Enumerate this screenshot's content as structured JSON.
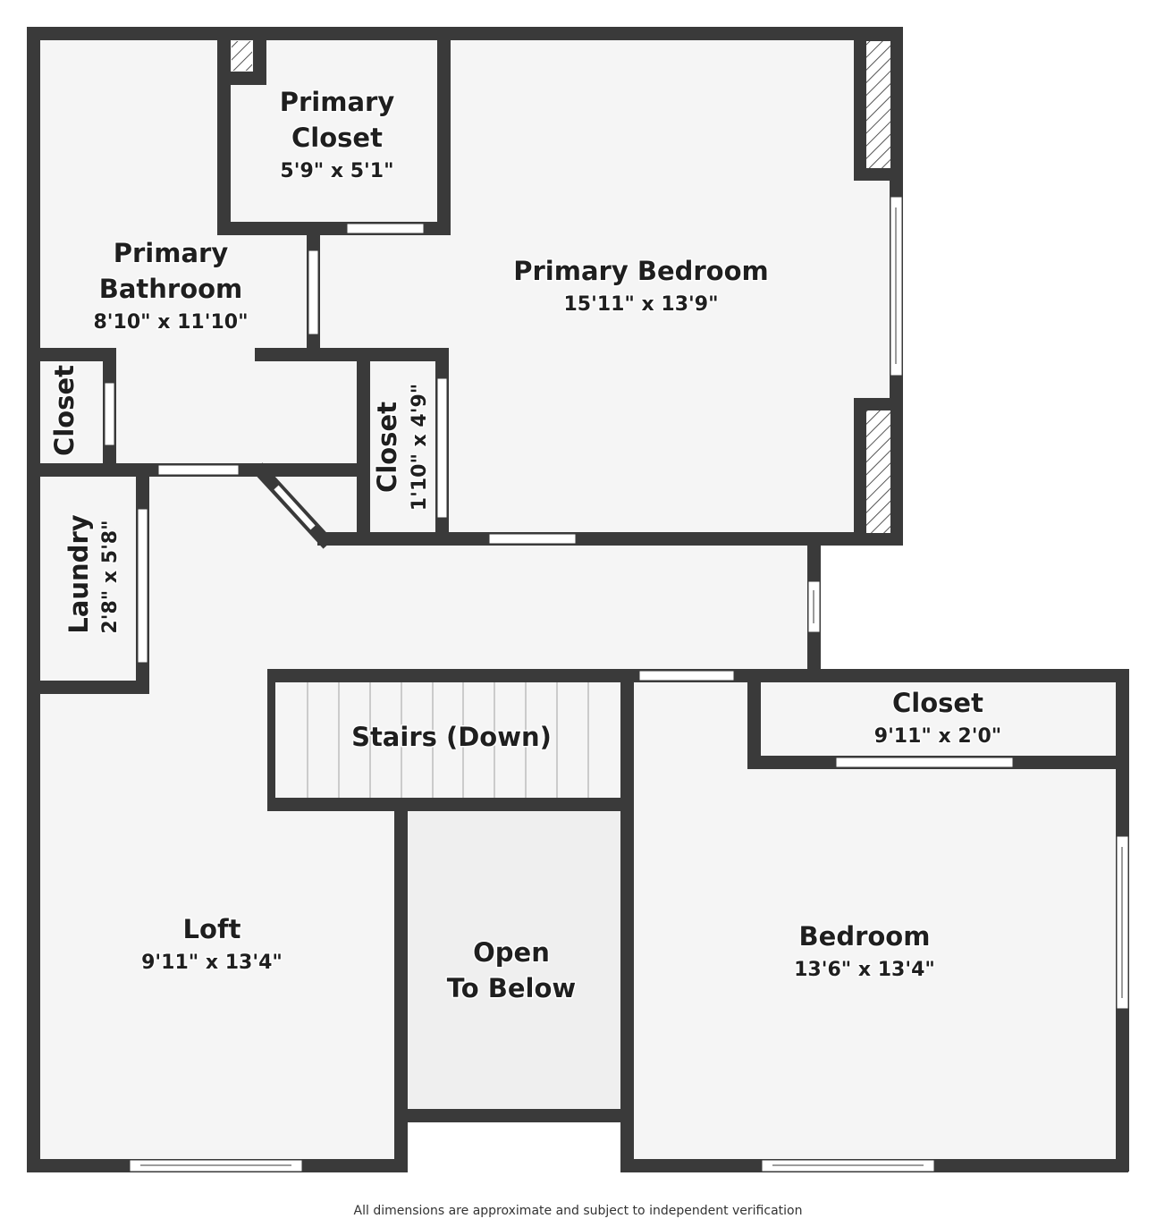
{
  "rooms": {
    "primary_closet": {
      "name_line1": "Primary",
      "name_line2": "Closet",
      "dims": "5'9\" x 5'1\""
    },
    "primary_bathroom": {
      "name_line1": "Primary",
      "name_line2": "Bathroom",
      "dims": "8'10\" x 11'10\""
    },
    "primary_bedroom": {
      "name": "Primary Bedroom",
      "dims": "15'11\" x 13'9\""
    },
    "bath_closet": {
      "name": "Closet"
    },
    "small_closet": {
      "name": "Closet",
      "dims": "1'10\" x 4'9\""
    },
    "laundry": {
      "name": "Laundry",
      "dims": "2'8\" x 5'8\""
    },
    "stairs": {
      "name": "Stairs (Down)"
    },
    "bedroom_closet": {
      "name": "Closet",
      "dims": "9'11\" x 2'0\""
    },
    "loft": {
      "name": "Loft",
      "dims": "9'11\" x 13'4\""
    },
    "open_to_below": {
      "name_line1": "Open",
      "name_line2": "To Below"
    },
    "bedroom": {
      "name": "Bedroom",
      "dims": "13'6\" x 13'4\""
    }
  },
  "footer": "All dimensions are approximate and subject to independent verification",
  "colors": {
    "wall": "#3a3a3a",
    "floor": "#f5f5f5",
    "open_area": "#efefef",
    "opening": "#ffffff"
  }
}
